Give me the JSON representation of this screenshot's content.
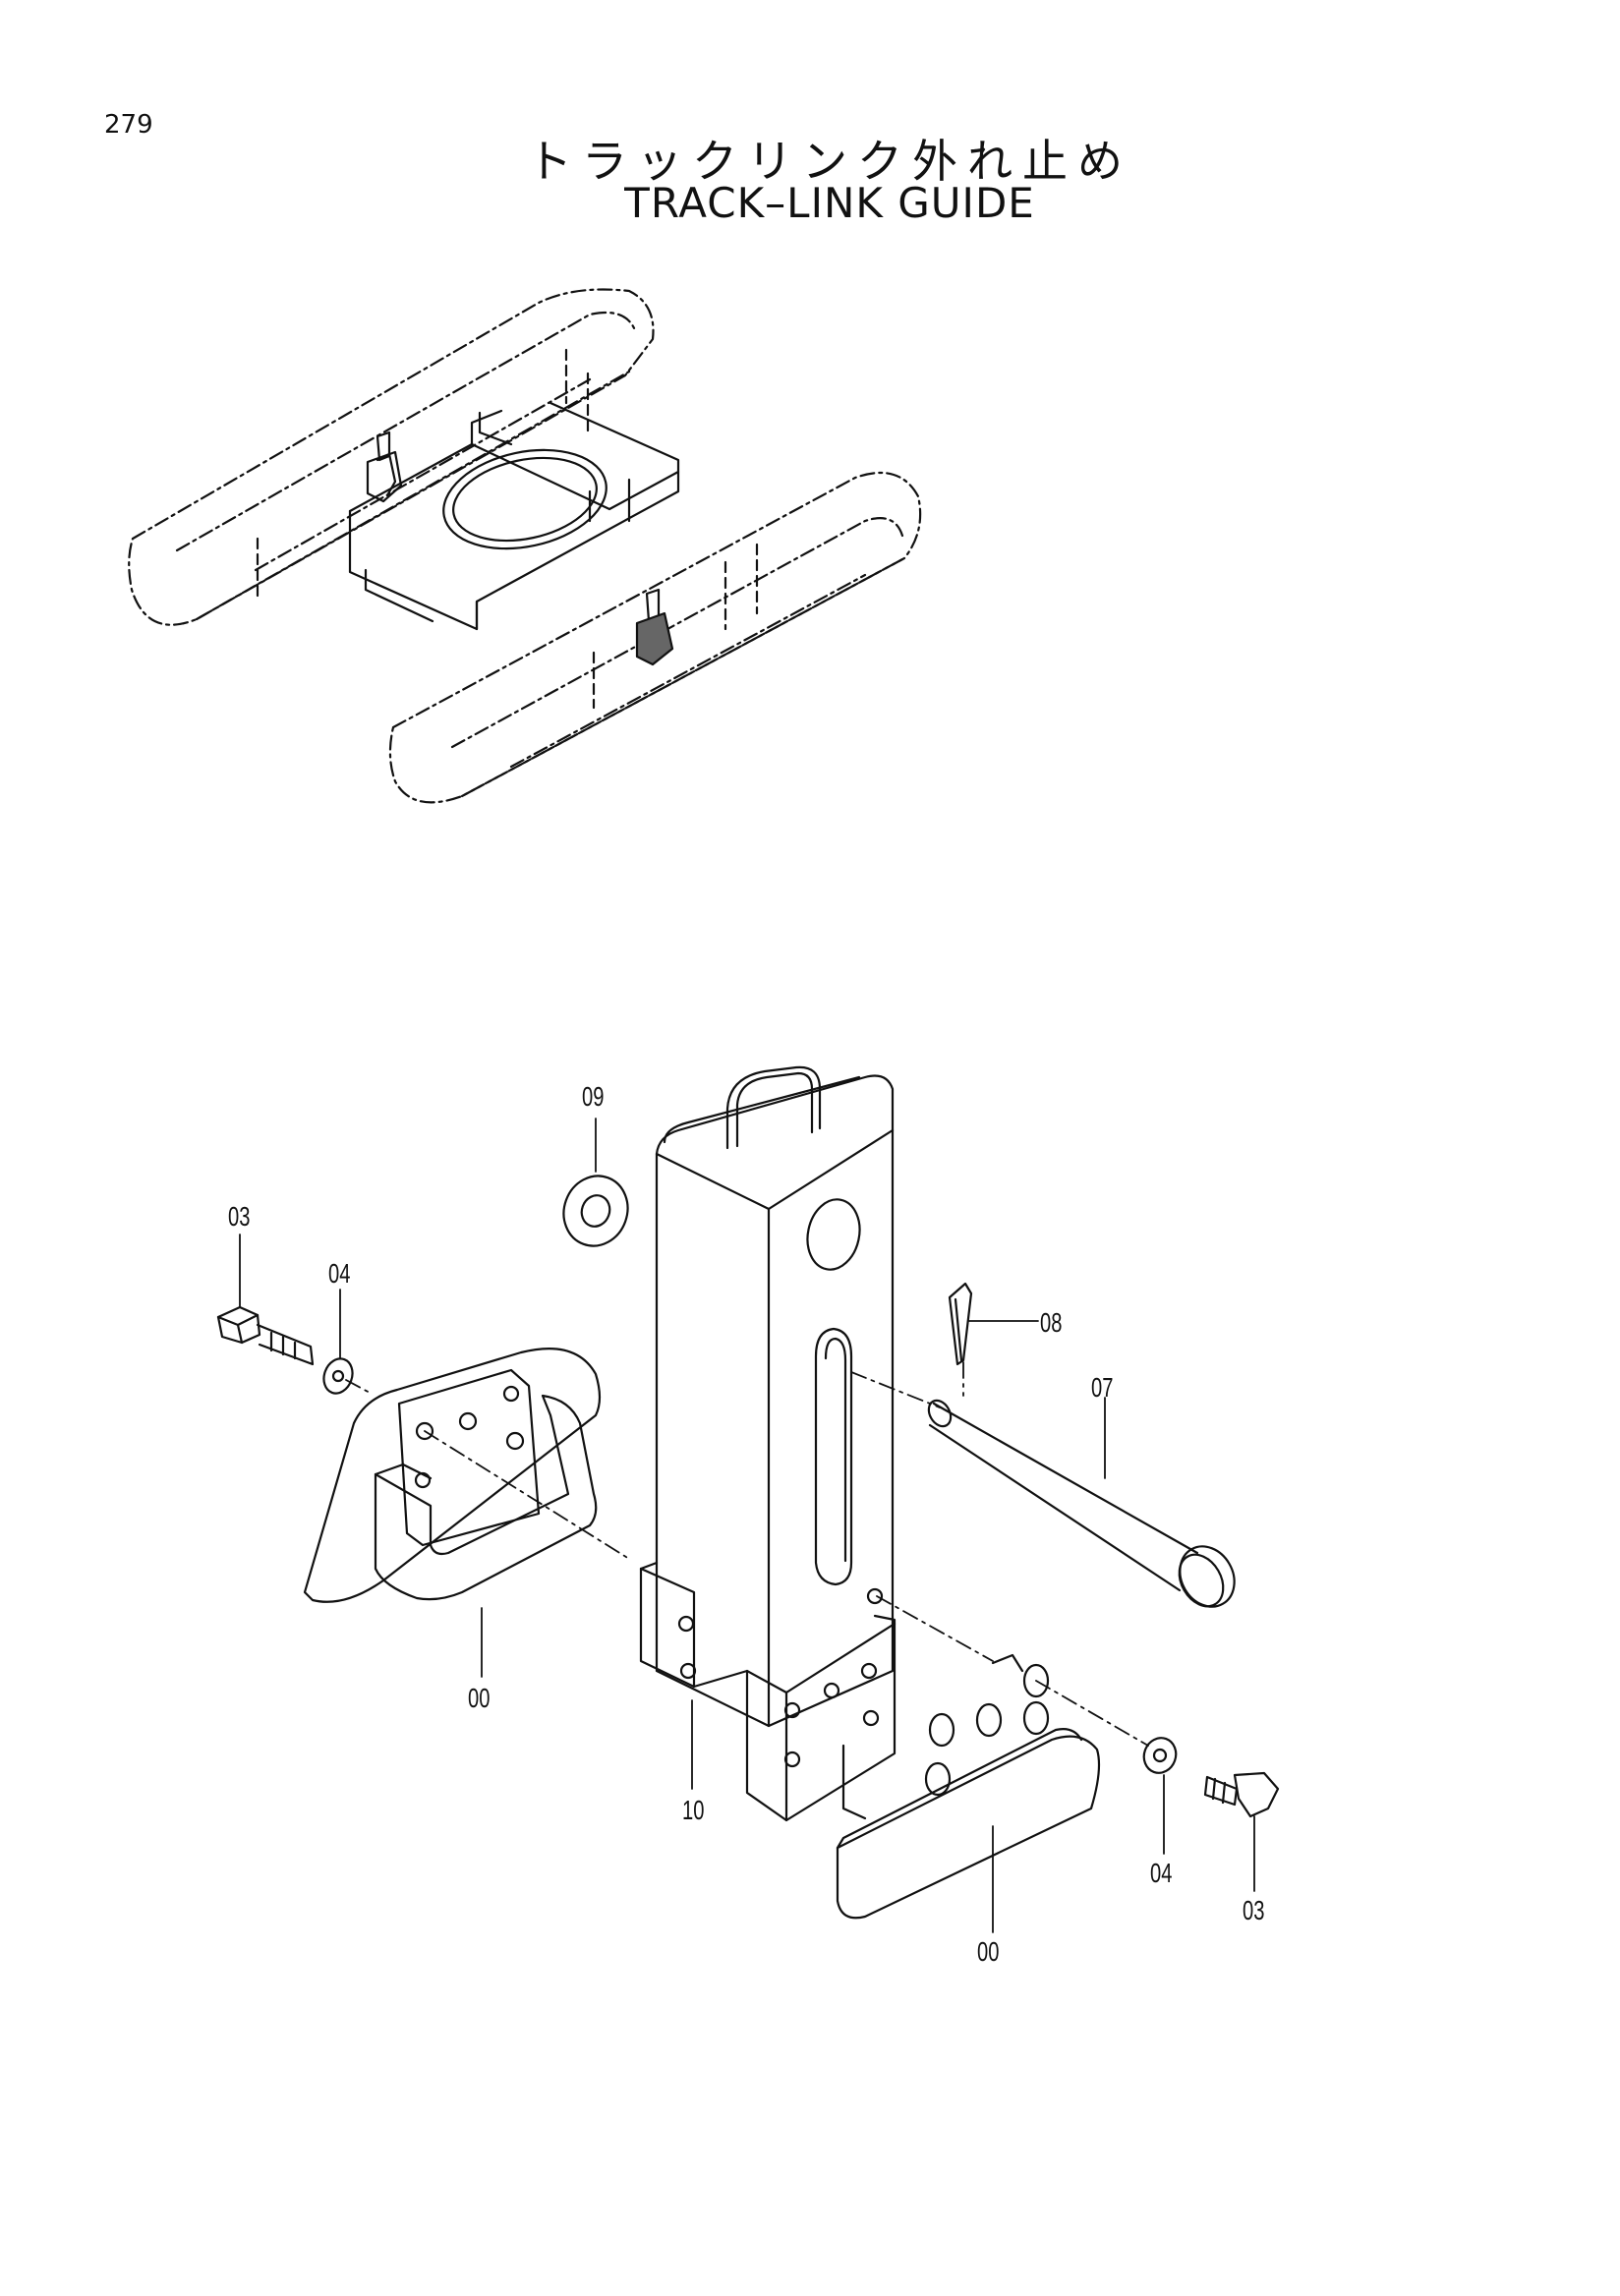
{
  "page": {
    "number": "279"
  },
  "title": {
    "japanese": "トラックリンク外れ止め",
    "english": "TRACK–LINK  GUIDE"
  },
  "callouts": [
    {
      "id": "09",
      "name": "callout-09"
    },
    {
      "id": "03",
      "name": "callout-03-left"
    },
    {
      "id": "04",
      "name": "callout-04-left"
    },
    {
      "id": "08",
      "name": "callout-08"
    },
    {
      "id": "07",
      "name": "callout-07"
    },
    {
      "id": "00",
      "name": "callout-00-left"
    },
    {
      "id": "10",
      "name": "callout-10"
    },
    {
      "id": "04",
      "name": "callout-04-right"
    },
    {
      "id": "03",
      "name": "callout-03-right"
    },
    {
      "id": "00",
      "name": "callout-00-right"
    }
  ]
}
